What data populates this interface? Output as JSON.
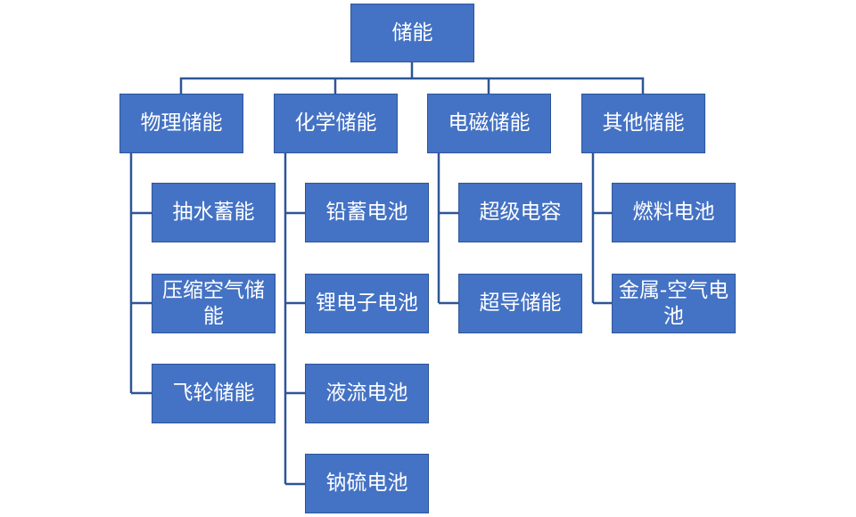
{
  "root": {
    "label": "储能"
  },
  "categories": [
    {
      "label": "物理储能",
      "children": [
        "抽水蓄能",
        "压缩空气储能",
        "飞轮储能"
      ]
    },
    {
      "label": "化学储能",
      "children": [
        "铅蓄电池",
        "锂电子电池",
        "液流电池",
        "钠硫电池"
      ]
    },
    {
      "label": "电磁储能",
      "children": [
        "超级电容",
        "超导储能"
      ]
    },
    {
      "label": "其他储能",
      "children": [
        "燃料电池",
        "金属-空气电池"
      ]
    }
  ],
  "colors": {
    "box_fill": "#4472c4",
    "box_border": "#2f5597",
    "line": "#2f5597",
    "text": "#ffffff"
  }
}
